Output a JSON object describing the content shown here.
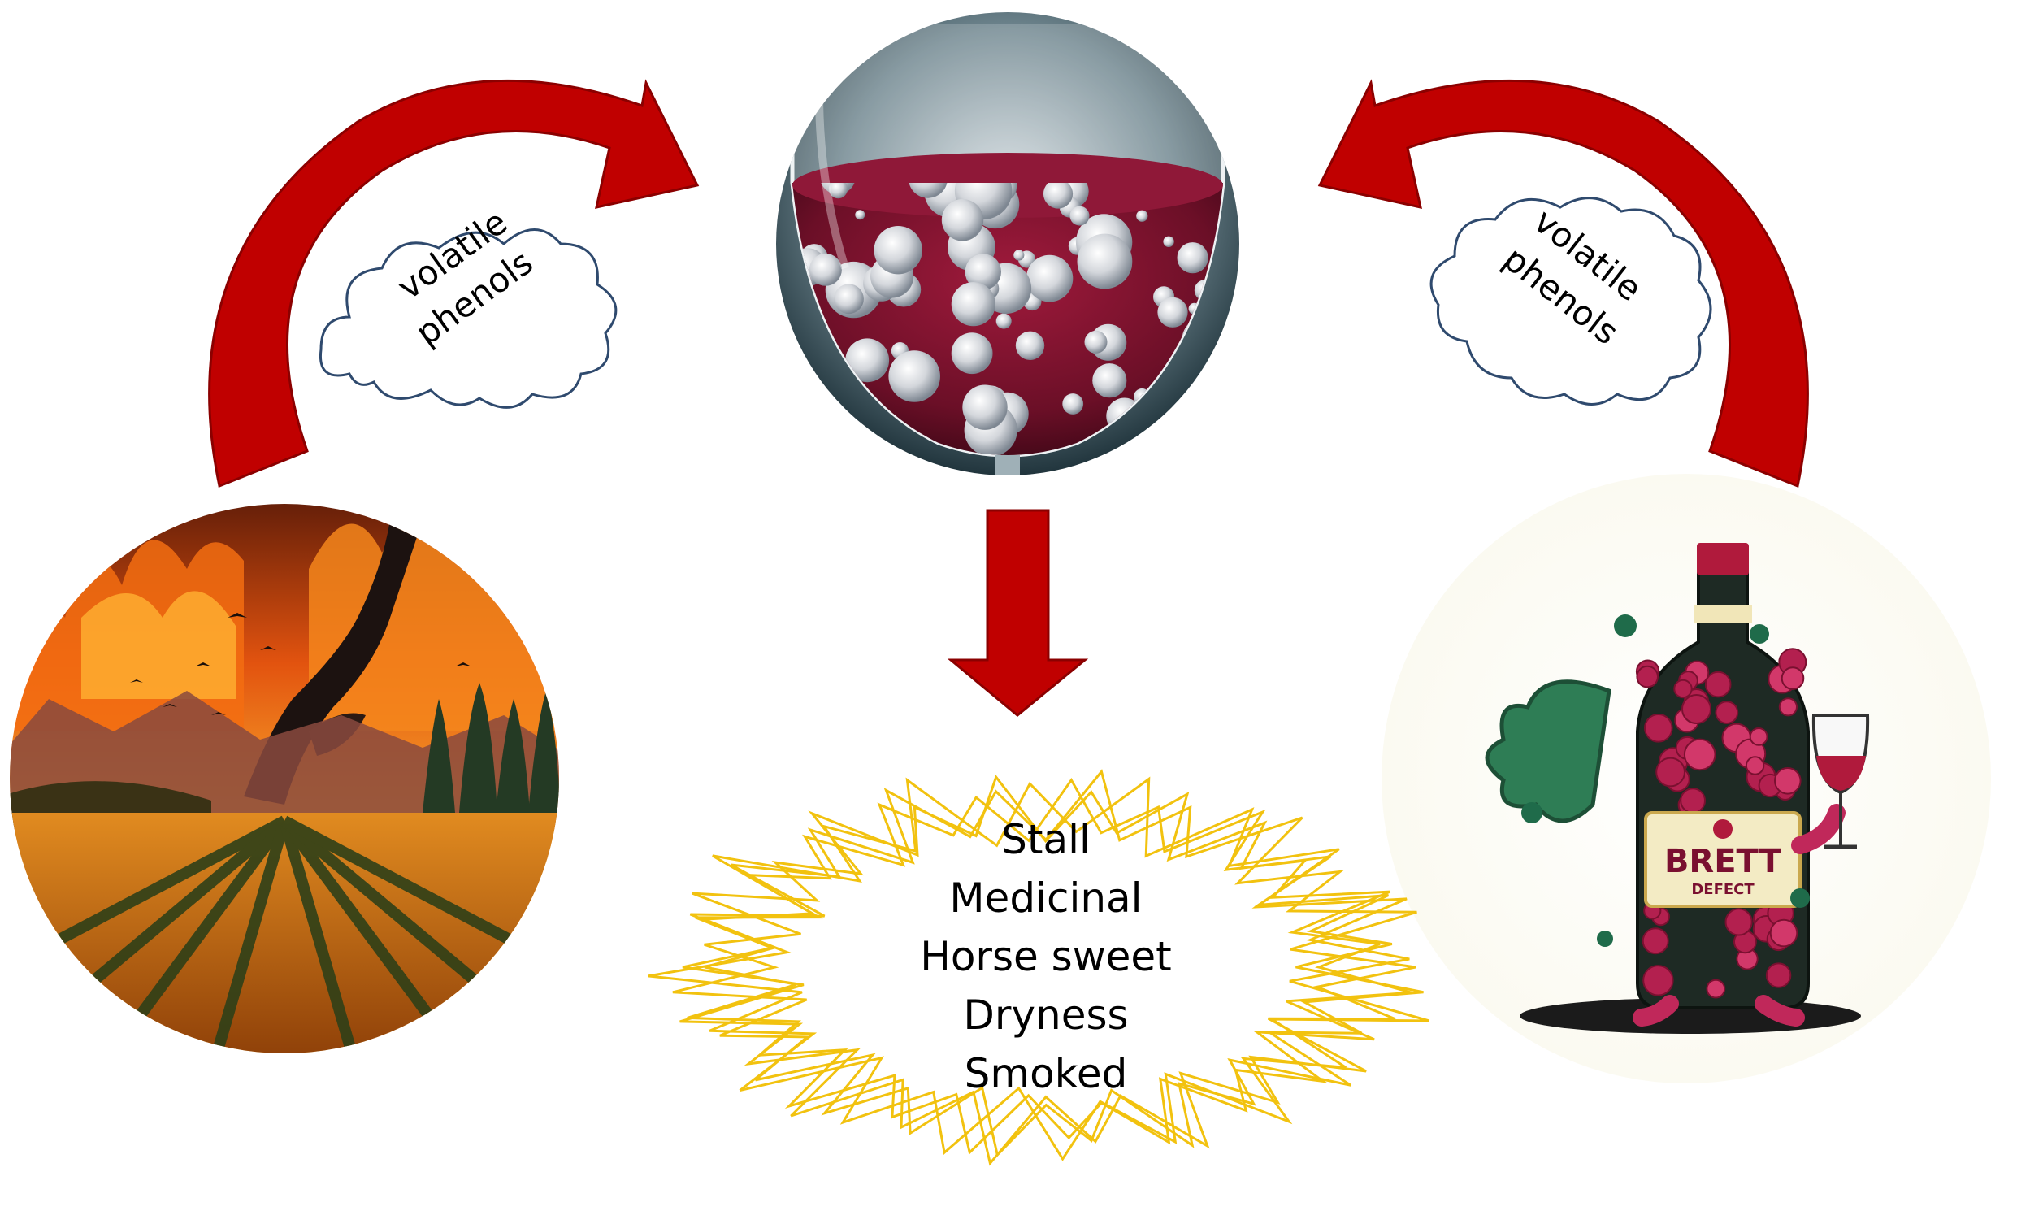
{
  "clouds": {
    "left": {
      "line1": "volatile",
      "line2": "phenols"
    },
    "right": {
      "line1": "volatile",
      "line2": "phenols"
    }
  },
  "descriptors": [
    "Stall",
    "Medicinal",
    "Horse sweet",
    "Dryness",
    "Smoked"
  ],
  "bottle": {
    "label_main": "BRETT",
    "label_sub": "DEFECT"
  },
  "colors": {
    "arrow": "#c00000",
    "arrow_stroke": "#8b0000",
    "burst": "#f2c20f",
    "cloud_stroke": "#2f4a6e",
    "wine": "#7a1230"
  }
}
